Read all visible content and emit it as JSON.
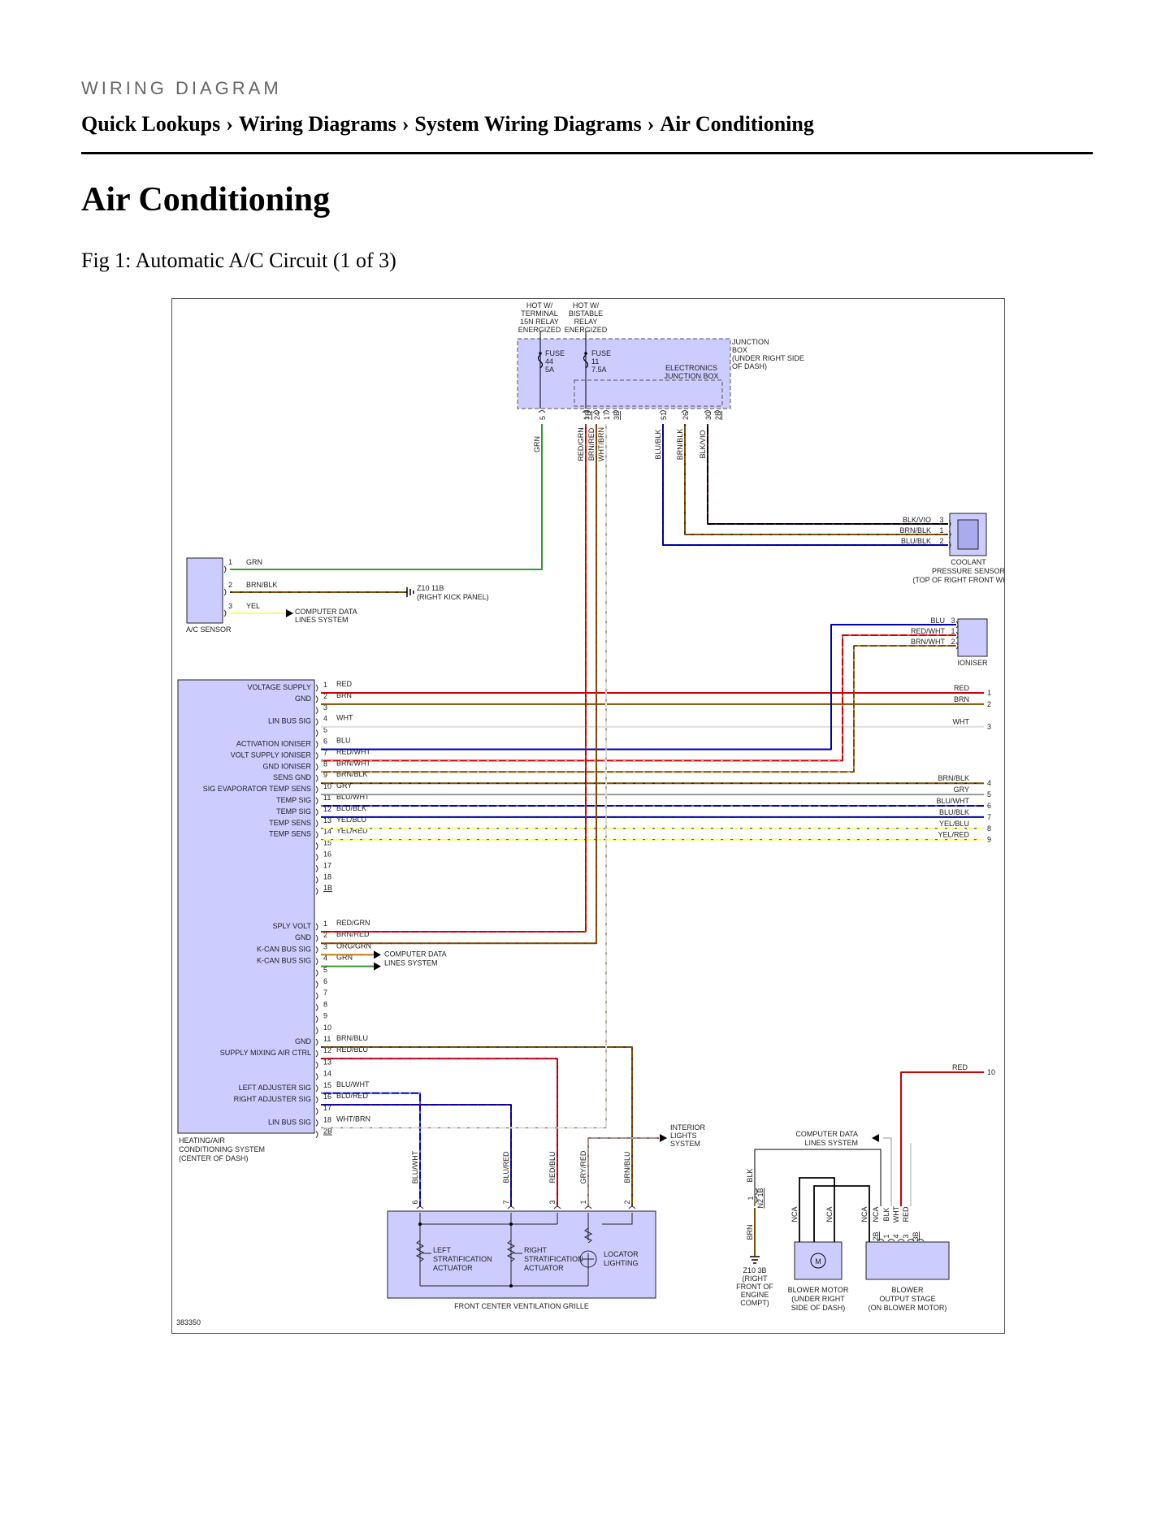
{
  "header": {
    "kicker": "WIRING DIAGRAM",
    "breadcrumbs": [
      "Quick Lookups",
      "Wiring Diagrams",
      "System Wiring Diagrams",
      "Air Conditioning"
    ],
    "separator": "›"
  },
  "title": "Air Conditioning",
  "figure": {
    "caption": "Fig 1: Automatic A/C Circuit (1 of 3)",
    "ref": "383350"
  },
  "colors": {
    "component_fill": "#ccccff",
    "GRN": "#339933",
    "BRN": "#7a5000",
    "RED": "#cc0000",
    "BLU": "#0000aa",
    "BLK": "#000000",
    "VIO": "#aa00aa",
    "YEL": "#ffff66",
    "WHT": "#dddddd",
    "GRY": "#999999",
    "ORG": "#e07000"
  },
  "junction": {
    "hot1": [
      "HOT W/",
      "TERMINAL",
      "15N RELAY",
      "ENERGIZED"
    ],
    "hot2": [
      "HOT W/",
      "BISTABLE",
      "RELAY",
      "ENERGIZED"
    ],
    "fuse1": [
      "FUSE",
      "44",
      "5A"
    ],
    "fuse2": [
      "FUSE",
      "11",
      "7.5A"
    ],
    "ejb": [
      "ELECTRONICS",
      "JUNCTION BOX"
    ],
    "jb": [
      "JUNCTION",
      "BOX",
      "(UNDER RIGHT SIDE",
      "OF DASH)"
    ],
    "pins": [
      "5",
      "7B",
      "1",
      "24",
      "17",
      "3B",
      "51",
      "26",
      "30",
      "2B"
    ],
    "wires": [
      "GRN",
      "RED/GRN",
      "BRN/RED",
      "WHT/BRN",
      "BLU/BLK",
      "BRN/BLK",
      "BLK/VIO"
    ]
  },
  "coolant": {
    "label": [
      "COOLANT",
      "PRESSURE SENSOR",
      "(TOP OF RIGHT FRONT WHEEL)"
    ],
    "wires": [
      "BLK/VIO",
      "BRN/BLK",
      "BLU/BLK"
    ],
    "pins": [
      "3",
      "1",
      "2"
    ]
  },
  "acsensor": {
    "label": "A/C SENSOR",
    "pins": [
      "1",
      "2",
      "3"
    ],
    "wires": [
      "GRN",
      "BRN/BLK",
      "YEL"
    ],
    "ground": [
      "Z10 11B",
      "(RIGHT KICK PANEL)"
    ],
    "data": [
      "COMPUTER DATA",
      "LINES SYSTEM"
    ]
  },
  "ioniser": {
    "label": "IONISER",
    "wires": [
      "BLU",
      "RED/WHT",
      "BRN/WHT"
    ],
    "pins": [
      "3",
      "1",
      "2"
    ]
  },
  "hvac": {
    "label": [
      "HEATING/AIR",
      "CONDITIONING SYSTEM",
      "(CENTER OF DASH)"
    ],
    "c1": {
      "pins": [
        "1",
        "2",
        "3",
        "4",
        "5",
        "6",
        "7",
        "8",
        "9",
        "10",
        "11",
        "12",
        "13",
        "14",
        "15",
        "16",
        "17",
        "18",
        "1B"
      ],
      "funcs": [
        "VOLTAGE SUPPLY",
        "GND",
        "",
        "LIN BUS SIG",
        "",
        "ACTIVATION IONISER",
        "VOLT SUPPLY IONISER",
        "GND IONISER",
        "SENS GND",
        "SIG EVAPORATOR TEMP SENS",
        "TEMP SIG",
        "TEMP SIG",
        "TEMP SENS",
        "TEMP SENS",
        "",
        "",
        "",
        "",
        ""
      ],
      "wires": [
        "RED",
        "BRN",
        "",
        "WHT",
        "",
        "BLU",
        "RED/WHT",
        "BRN/WHT",
        "BRN/BLK",
        "GRY",
        "BLU/WHT",
        "BLU/BLK",
        "YEL/BLU",
        "YEL/RED",
        "",
        "",
        "",
        "",
        ""
      ]
    },
    "right_wires": [
      "RED",
      "BRN",
      "WHT",
      "BRN/BLK",
      "GRY",
      "BLU/WHT",
      "BLU/BLK",
      "YEL/BLU",
      "YEL/RED"
    ],
    "right_nums": [
      "1",
      "2",
      "3",
      "4",
      "5",
      "6",
      "7",
      "8",
      "9"
    ],
    "c2": {
      "pins": [
        "1",
        "2",
        "3",
        "4",
        "5",
        "6",
        "7",
        "8",
        "9",
        "10",
        "11",
        "12",
        "13",
        "14",
        "15",
        "16",
        "17",
        "18",
        "2B"
      ],
      "funcs": [
        "SPLY VOLT",
        "GND",
        "K-CAN BUS SIG",
        "K-CAN BUS SIG",
        "",
        "",
        "",
        "",
        "",
        "",
        "GND",
        "SUPPLY MIXING AIR CTRL",
        "",
        "",
        "LEFT ADJUSTER SIG",
        "RIGHT ADJUSTER SIG",
        "",
        "LIN BUS SIG",
        ""
      ],
      "wires": [
        "RED/GRN",
        "BRN/RED",
        "ORG/GRN",
        "GRN",
        "",
        "",
        "",
        "",
        "",
        "",
        "BRN/BLU",
        "RED/BLU",
        "",
        "",
        "BLU/WHT",
        "BLU/RED",
        "",
        "WHT/BRN",
        ""
      ]
    },
    "data": [
      "COMPUTER DATA",
      "LINES SYSTEM"
    ]
  },
  "grille": {
    "label": "FRONT CENTER VENTILATION GRILLE",
    "pins": [
      "6",
      "7",
      "3",
      "1",
      "2"
    ],
    "wires": [
      "BLU/WHT",
      "BLU/RED",
      "RED/BLU",
      "GRY/RED",
      "BRN/BLU"
    ],
    "left": [
      "LEFT",
      "STRATIFICATION",
      "ACTUATOR"
    ],
    "right": [
      "RIGHT",
      "STRATIFICATION",
      "ACTUATOR"
    ],
    "locator": [
      "LOCATOR",
      "LIGHTING"
    ],
    "interior": [
      "INTERIOR",
      "LIGHTS",
      "SYSTEM"
    ]
  },
  "blower": {
    "data": [
      "COMPUTER DATA",
      "LINES SYSTEM"
    ],
    "red_wire": "RED",
    "red_num": "10",
    "ground_wires": [
      "BLK",
      "BRN"
    ],
    "ground_pins": [
      "1",
      "N2 1B"
    ],
    "ground": [
      "Z10 3B",
      "(RIGHT",
      "FRONT OF",
      "ENGINE",
      "COMPT)"
    ],
    "nca": [
      "NCA",
      "NCA",
      "NCA",
      "NCA"
    ],
    "stage_wires": [
      "BLK",
      "WHT",
      "RED"
    ],
    "stage_pins": [
      "2B",
      "1",
      "4",
      "3",
      "3B"
    ],
    "motor": [
      "BLOWER MOTOR",
      "(UNDER RIGHT",
      "SIDE OF DASH)"
    ],
    "stage": [
      "BLOWER",
      "OUTPUT STAGE",
      "(ON BLOWER MOTOR)"
    ]
  }
}
